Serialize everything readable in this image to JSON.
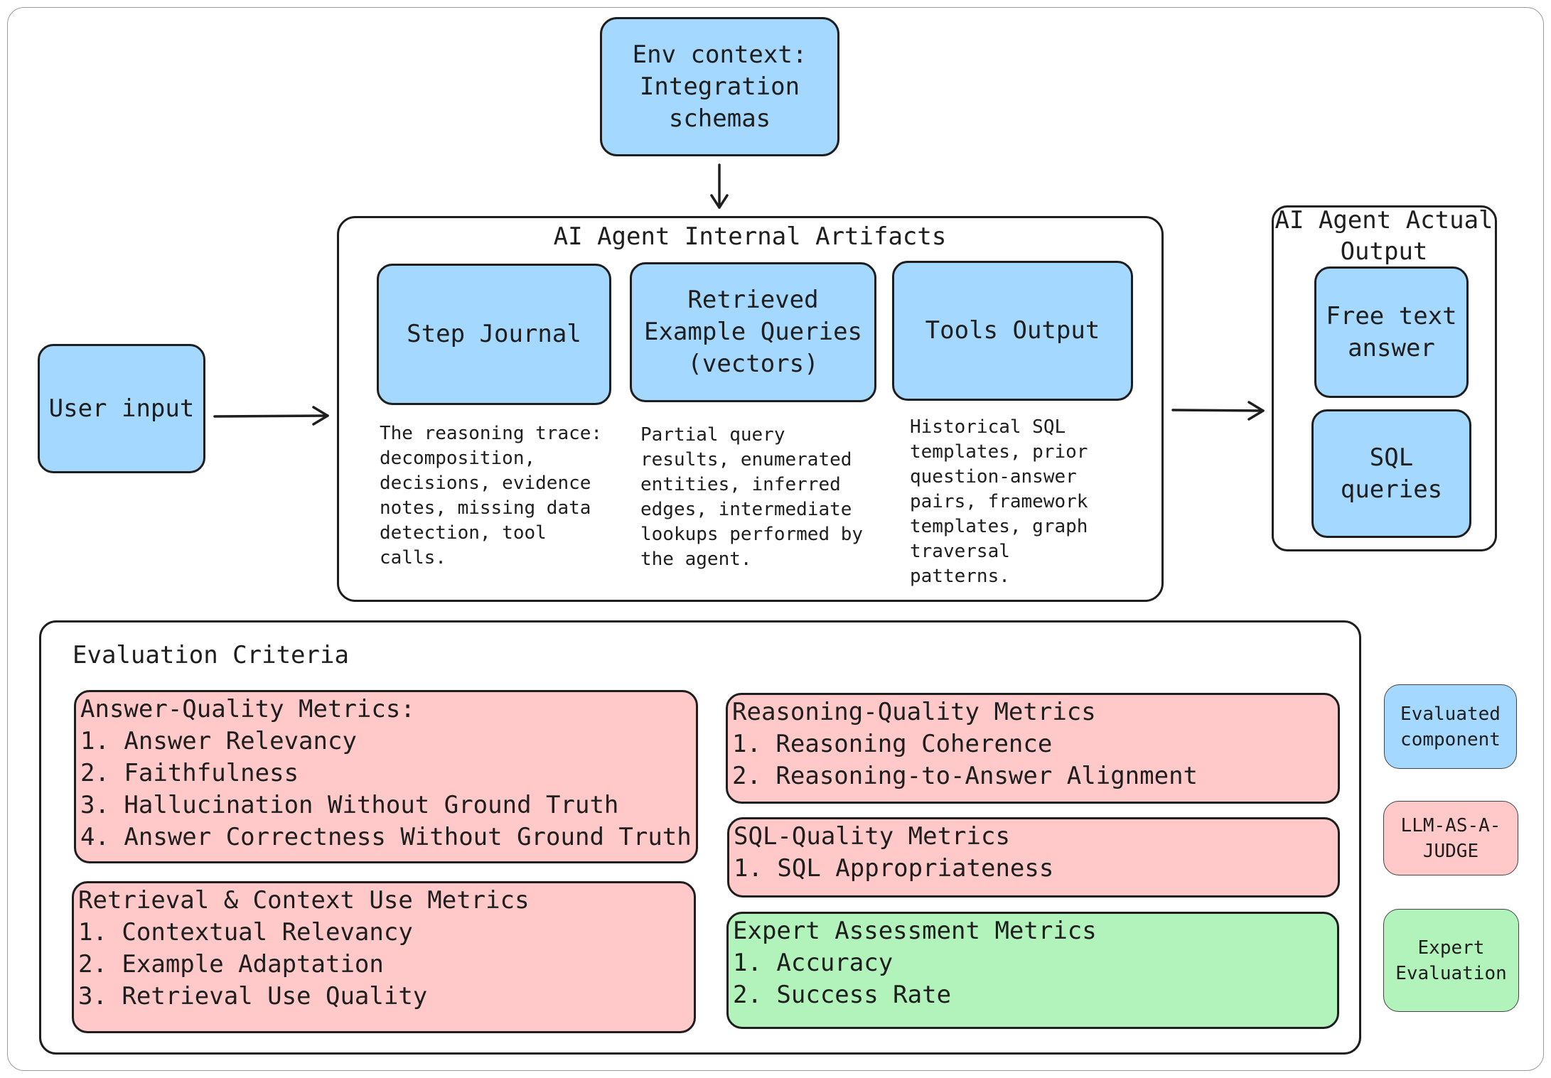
{
  "env_context": {
    "label": "Env context:\nIntegration\nschemas"
  },
  "user_input": {
    "label": "User input"
  },
  "internal": {
    "title": "AI Agent Internal Artifacts",
    "components": [
      {
        "label": "Step Journal",
        "description": "The reasoning trace:\ndecomposition,\ndecisions, evidence\nnotes, missing data\ndetection, tool\ncalls."
      },
      {
        "label": "Retrieved\nExample Queries\n(vectors)",
        "description": "Partial query\nresults, enumerated\nentities, inferred\nedges, intermediate\nlookups performed by\nthe agent."
      },
      {
        "label": "Tools Output",
        "description": "Historical SQL\ntemplates, prior\nquestion-answer\npairs, framework\ntemplates, graph\ntraversal\npatterns."
      }
    ]
  },
  "output": {
    "title": "AI Agent Actual\nOutput",
    "items": [
      {
        "label": "Free text\nanswer"
      },
      {
        "label": "SQL\nqueries"
      }
    ]
  },
  "evaluation": {
    "title": "Evaluation Criteria",
    "groups": [
      {
        "title": "Answer-Quality Metrics:",
        "items": [
          "1. Answer Relevancy",
          "2. Faithfulness",
          "3. Hallucination Without Ground Truth",
          "4. Answer Correctness Without Ground Truth"
        ]
      },
      {
        "title": "Retrieval & Context Use Metrics",
        "items": [
          "1. Contextual Relevancy",
          "2. Example Adaptation",
          "3. Retrieval Use Quality"
        ]
      },
      {
        "title": "Reasoning-Quality Metrics",
        "items": [
          "1. Reasoning Coherence",
          "2. Reasoning-to-Answer Alignment"
        ]
      },
      {
        "title": "SQL-Quality Metrics",
        "items": [
          "1. SQL Appropriateness"
        ]
      },
      {
        "title": "Expert Assessment Metrics",
        "items": [
          "1. Accuracy",
          "2. Success Rate"
        ]
      }
    ]
  },
  "legend": [
    {
      "label": "Evaluated\ncomponent",
      "color": "#a5d8ff"
    },
    {
      "label": "LLM-AS-A-\nJUDGE",
      "color": "#ffc9c9"
    },
    {
      "label": "Expert\nEvaluation",
      "color": "#b2f2bb"
    }
  ],
  "colors": {
    "blue": "#a5d8ff",
    "red": "#ffc9c9",
    "green": "#b2f2bb",
    "stroke": "#1e1e1e"
  }
}
